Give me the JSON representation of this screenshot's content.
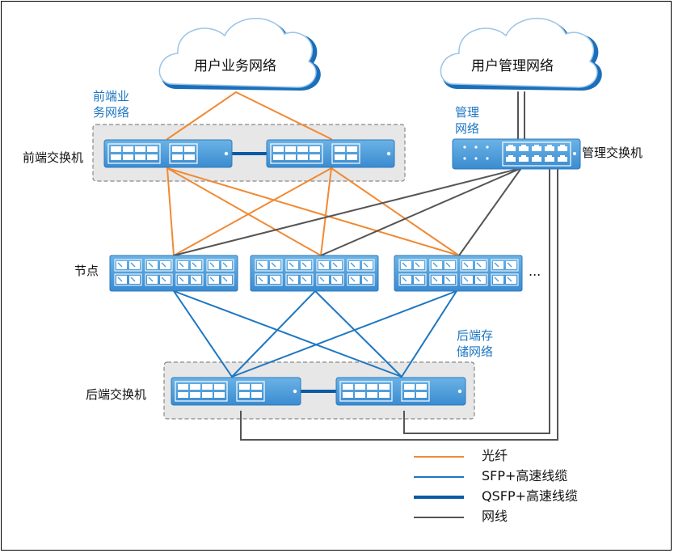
{
  "clouds": {
    "business": "用户业务网络",
    "management": "用户管理网络"
  },
  "labels": {
    "frontend_network": [
      "前端业",
      "务网络"
    ],
    "frontend_switch": "前端交换机",
    "management_network": [
      "管理",
      "网络"
    ],
    "management_switch": "管理交换机",
    "nodes": "节点",
    "more": "...",
    "backend_network": [
      "后端存",
      "储网络"
    ],
    "backend_switch": "后端交换机"
  },
  "legend": [
    {
      "label": "光纤",
      "color": "#f08a34",
      "width": 2
    },
    {
      "label": "SFP+高速线缆",
      "color": "#1d77c2",
      "width": 2
    },
    {
      "label": "QSFP+高速线缆",
      "color": "#0a5aa6",
      "width": 4
    },
    {
      "label": "网线",
      "color": "#555555",
      "width": 2
    }
  ],
  "colors": {
    "fiber": "#f08a34",
    "sfp": "#1d77c2",
    "qsfp": "#0a5aa6",
    "ethernet": "#555555",
    "device_fill": "#4a9bd8",
    "cloud_outline": "#1b6fba"
  }
}
